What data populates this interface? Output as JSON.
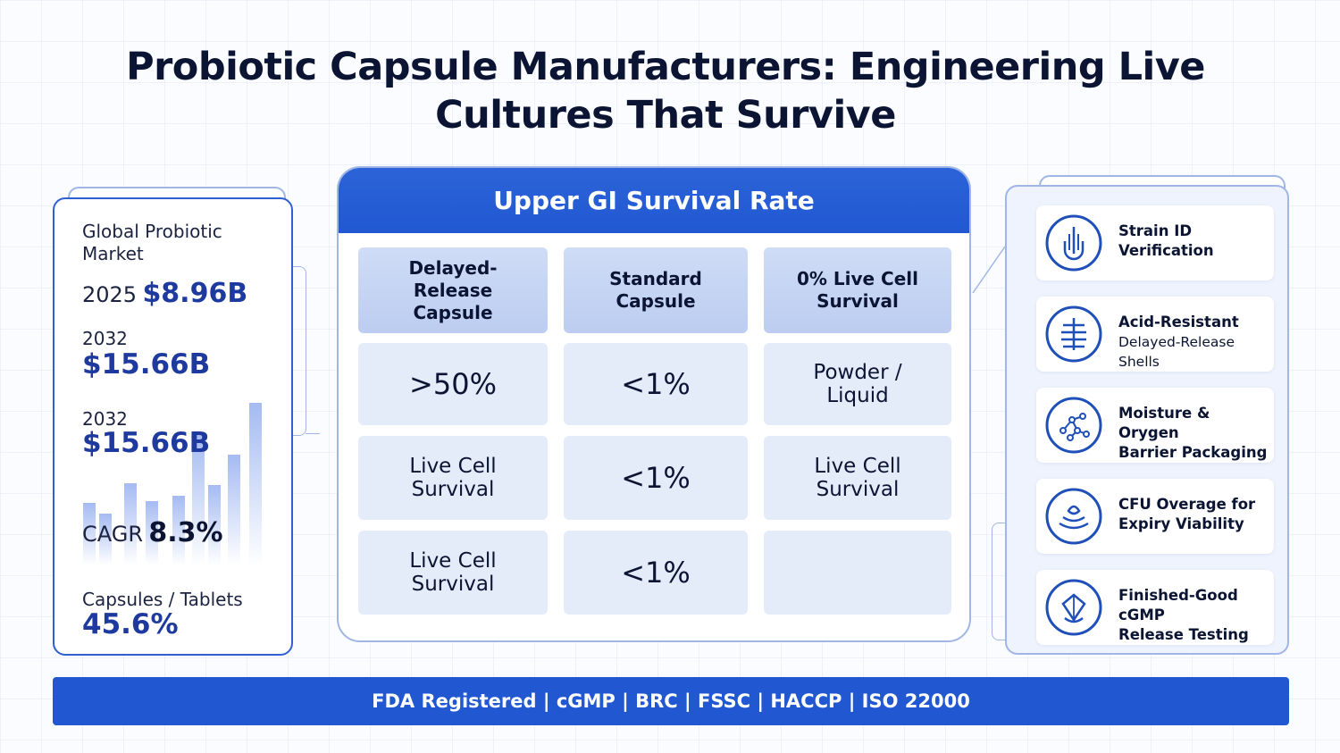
{
  "title": "Probiotic Capsule Manufacturers: Engineering Live Cultures That Survive",
  "market": {
    "label": "Global Probiotic Market",
    "year1": "2025",
    "value1": "$8.96B",
    "year2": "2032",
    "value2": "$15.66B",
    "year3": "2032",
    "value3": "$15.66B",
    "cagr_label": "CAGR",
    "cagr_value": "8.3%",
    "capsules_label": "Capsules / Tablets",
    "capsules_value": "45.6%"
  },
  "survival": {
    "heading": "Upper GI Survival Rate",
    "columns": [
      "Delayed-Release Capsule",
      "Standard Capsule",
      "0% Live Cell Survival"
    ],
    "rows": [
      [
        ">50%",
        "<1%",
        "Powder / Liquid"
      ],
      [
        "Live Cell Survival",
        "<1%",
        "Live Cell Survival"
      ],
      [
        "Live Cell Survival",
        "<1%",
        ""
      ]
    ]
  },
  "features": [
    {
      "icon": "strain-id-icon",
      "line1": "Strain ID",
      "line2": "Verification"
    },
    {
      "icon": "acid-resistant-shell-icon",
      "line1": "Acid-Resistant",
      "line2": "Delayed-Release Shells"
    },
    {
      "icon": "molecule-barrier-icon",
      "line1": "Moisture & Orygen",
      "line2": "Barrier Packaging"
    },
    {
      "icon": "cfu-overage-icon",
      "line1": "CFU Overage for",
      "line2": "Expiry Viability"
    },
    {
      "icon": "release-testing-icon",
      "line1": "Finished-Good cGMP",
      "line2": "Release Testing"
    }
  ],
  "footer": "FDA Registered | cGMP | BRC | FSSC | HACCP | ISO 22000",
  "colors": {
    "primary": "#2158d2",
    "navy": "#1e3a9e",
    "cell": "#e4ecfa",
    "header_cell": "#c6d5f4"
  }
}
